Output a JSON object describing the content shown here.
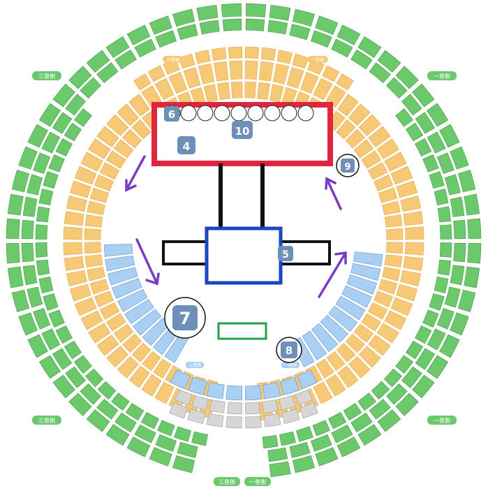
{
  "colors": {
    "outer_ring": "#6cc96b",
    "outer_ring_dark": "#3e9a3c",
    "arena": "#f7c876",
    "arena_dark": "#e5a744",
    "floor_block": "#a9cff2",
    "floor_block_dark": "#5f97c8",
    "center_block": "#d6d6d6",
    "stage_red": "#e0263f",
    "stage_blue": "#1946c4",
    "arrow": "#7b3cc4",
    "badge": "#6e8fb8"
  },
  "gate_labels": {
    "left_mid": "三塁側",
    "right_mid": "一塁側",
    "left_lower": "三塁側",
    "right_lower": "一塁側",
    "bottom_left": "三塁側",
    "bottom_right": "一塁側",
    "upper_left": "三塁側",
    "upper_right": "一塁側",
    "floor_left": "三塁側",
    "floor_right": "一塁側"
  },
  "markers": {
    "m4": "4",
    "m5": "5",
    "m6": "6",
    "m7": "7",
    "m8": "8",
    "m9": "9",
    "m10": "10"
  }
}
